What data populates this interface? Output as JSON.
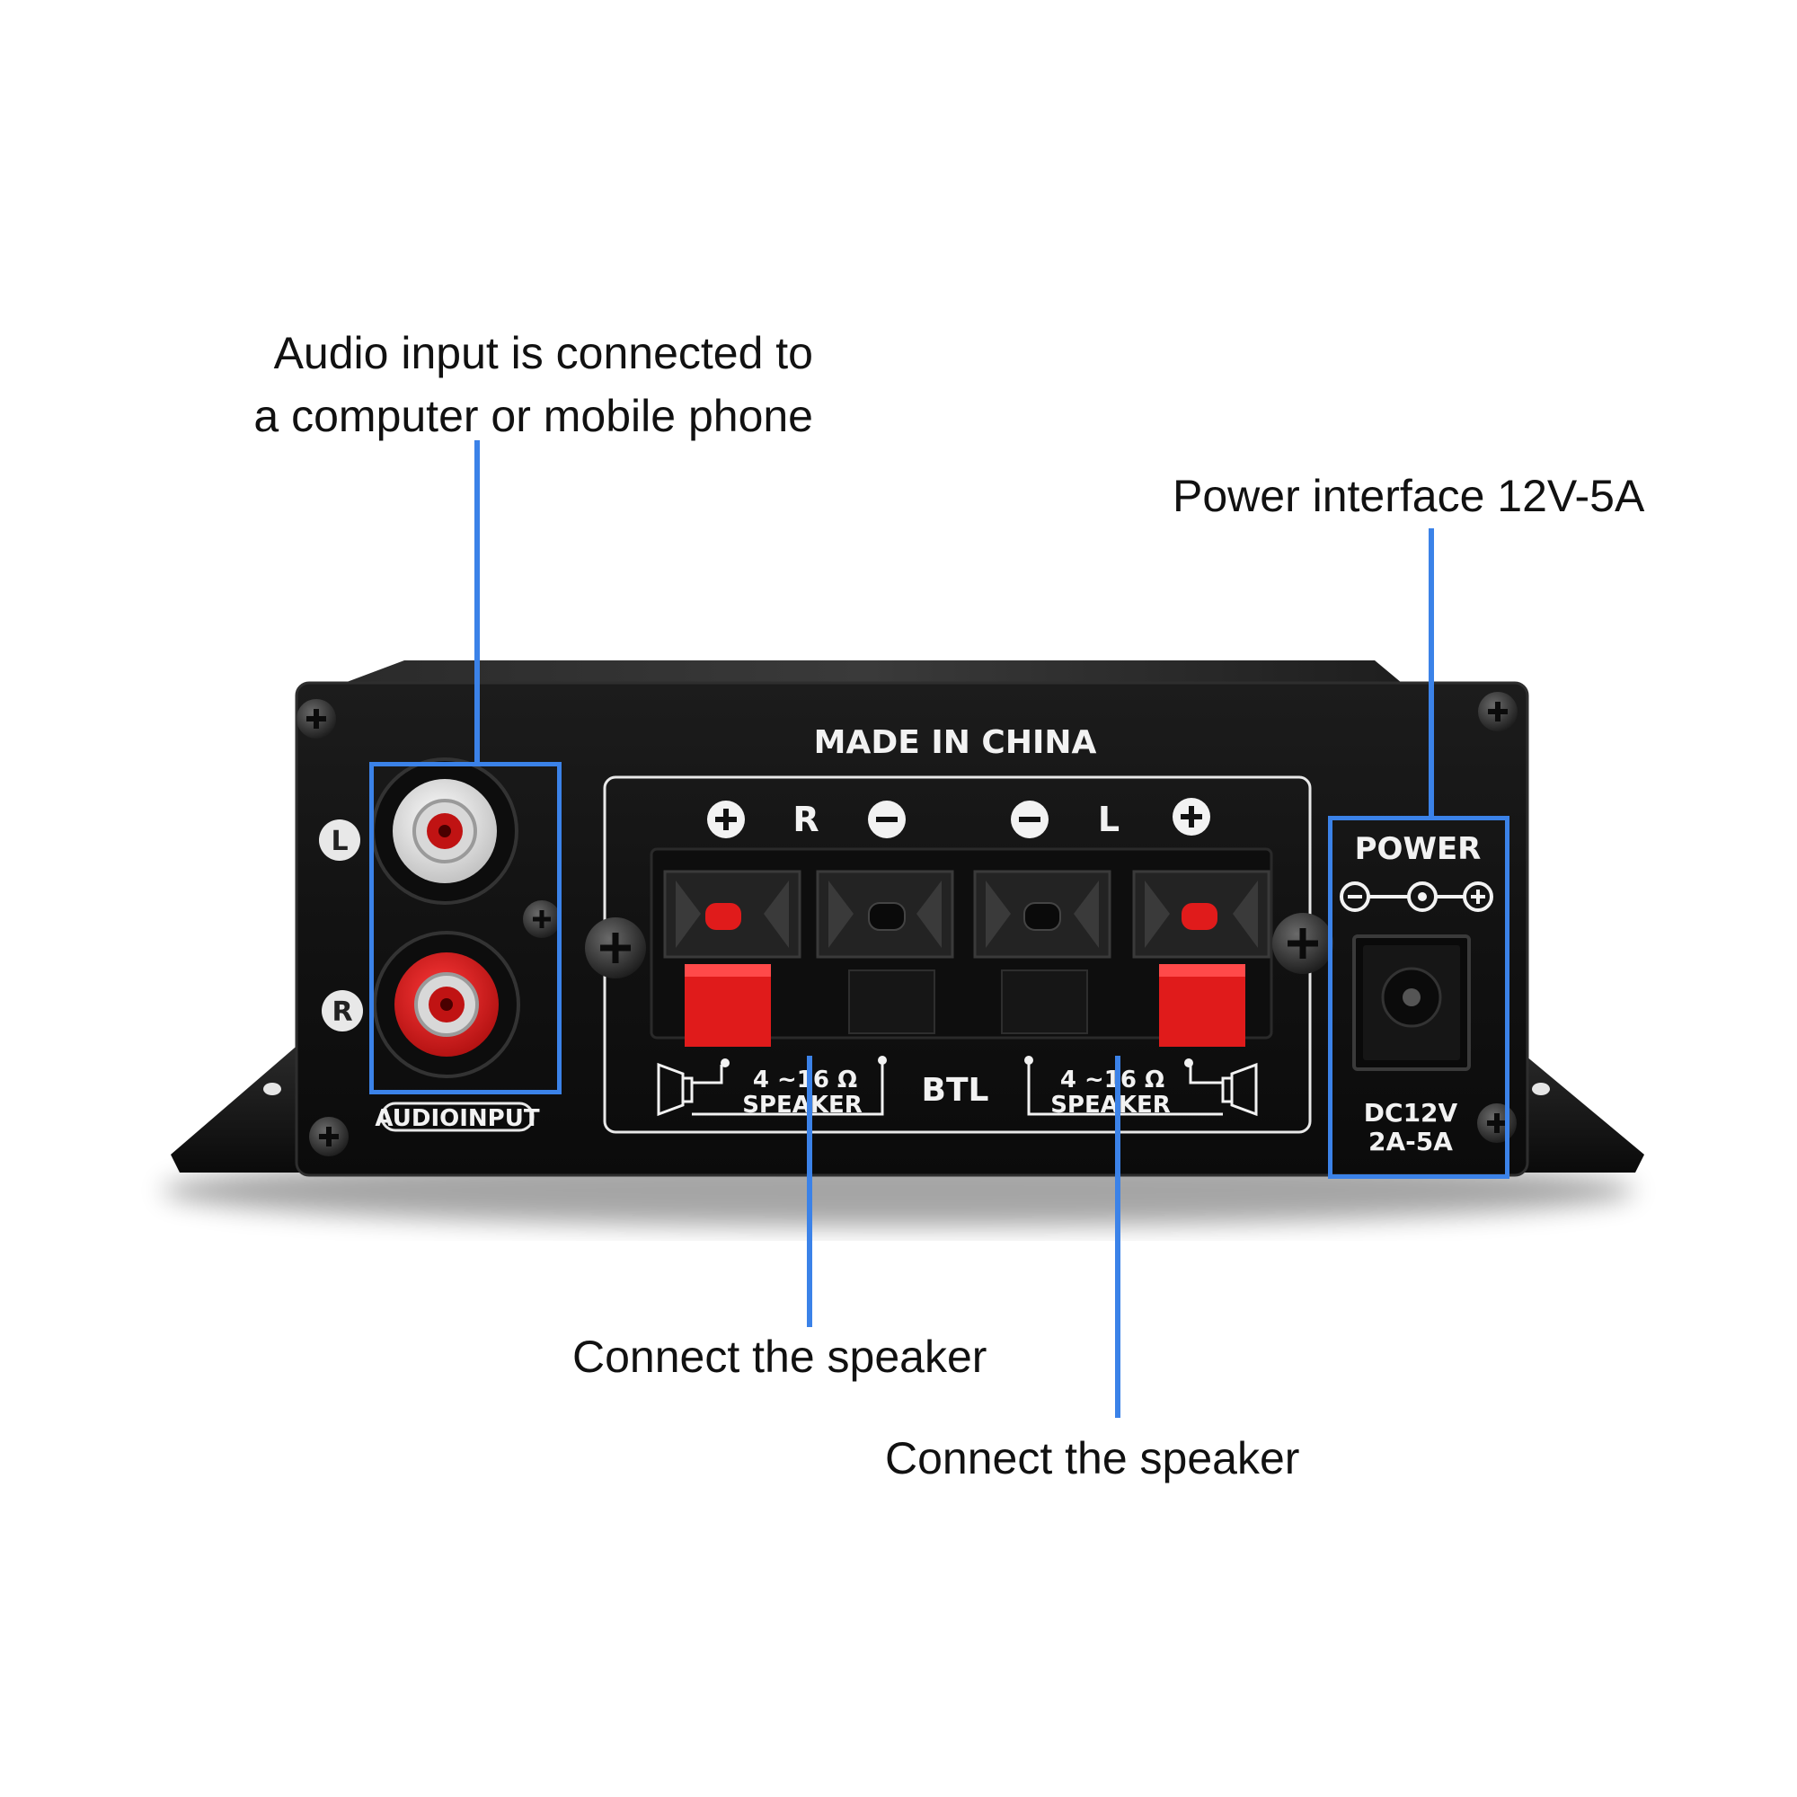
{
  "callouts": {
    "audio_input": {
      "line1": "Audio input is connected to",
      "line2": "a computer or mobile phone"
    },
    "power_interface": "Power interface 12V-5A",
    "speaker_a": "Connect the speaker",
    "speaker_b": "Connect the speaker"
  },
  "panel": {
    "origin": "MADE IN CHINA",
    "rca_left": "L",
    "rca_right": "R",
    "audio_input_label": "AUDIOINPUT",
    "right_channel": "R",
    "left_channel": "L",
    "speaker_impedance_right": "4 ~16 Ω",
    "speaker_label_right": "SPEAKER",
    "speaker_impedance_left": "4 ~16 Ω",
    "speaker_label_left": "SPEAKER",
    "btl": "BTL",
    "power_label": "POWER",
    "dc_rating_line1": "DC12V",
    "dc_rating_line2": "2A-5A"
  },
  "colors": {
    "accent_blue": "#3b82e8",
    "chassis": "#141414",
    "terminal_red": "#e01b1b",
    "silkscreen": "#f2f2f2"
  },
  "icons": [
    "plus-icon",
    "minus-icon",
    "screw-icon",
    "speaker-icon",
    "polarity-icon"
  ]
}
